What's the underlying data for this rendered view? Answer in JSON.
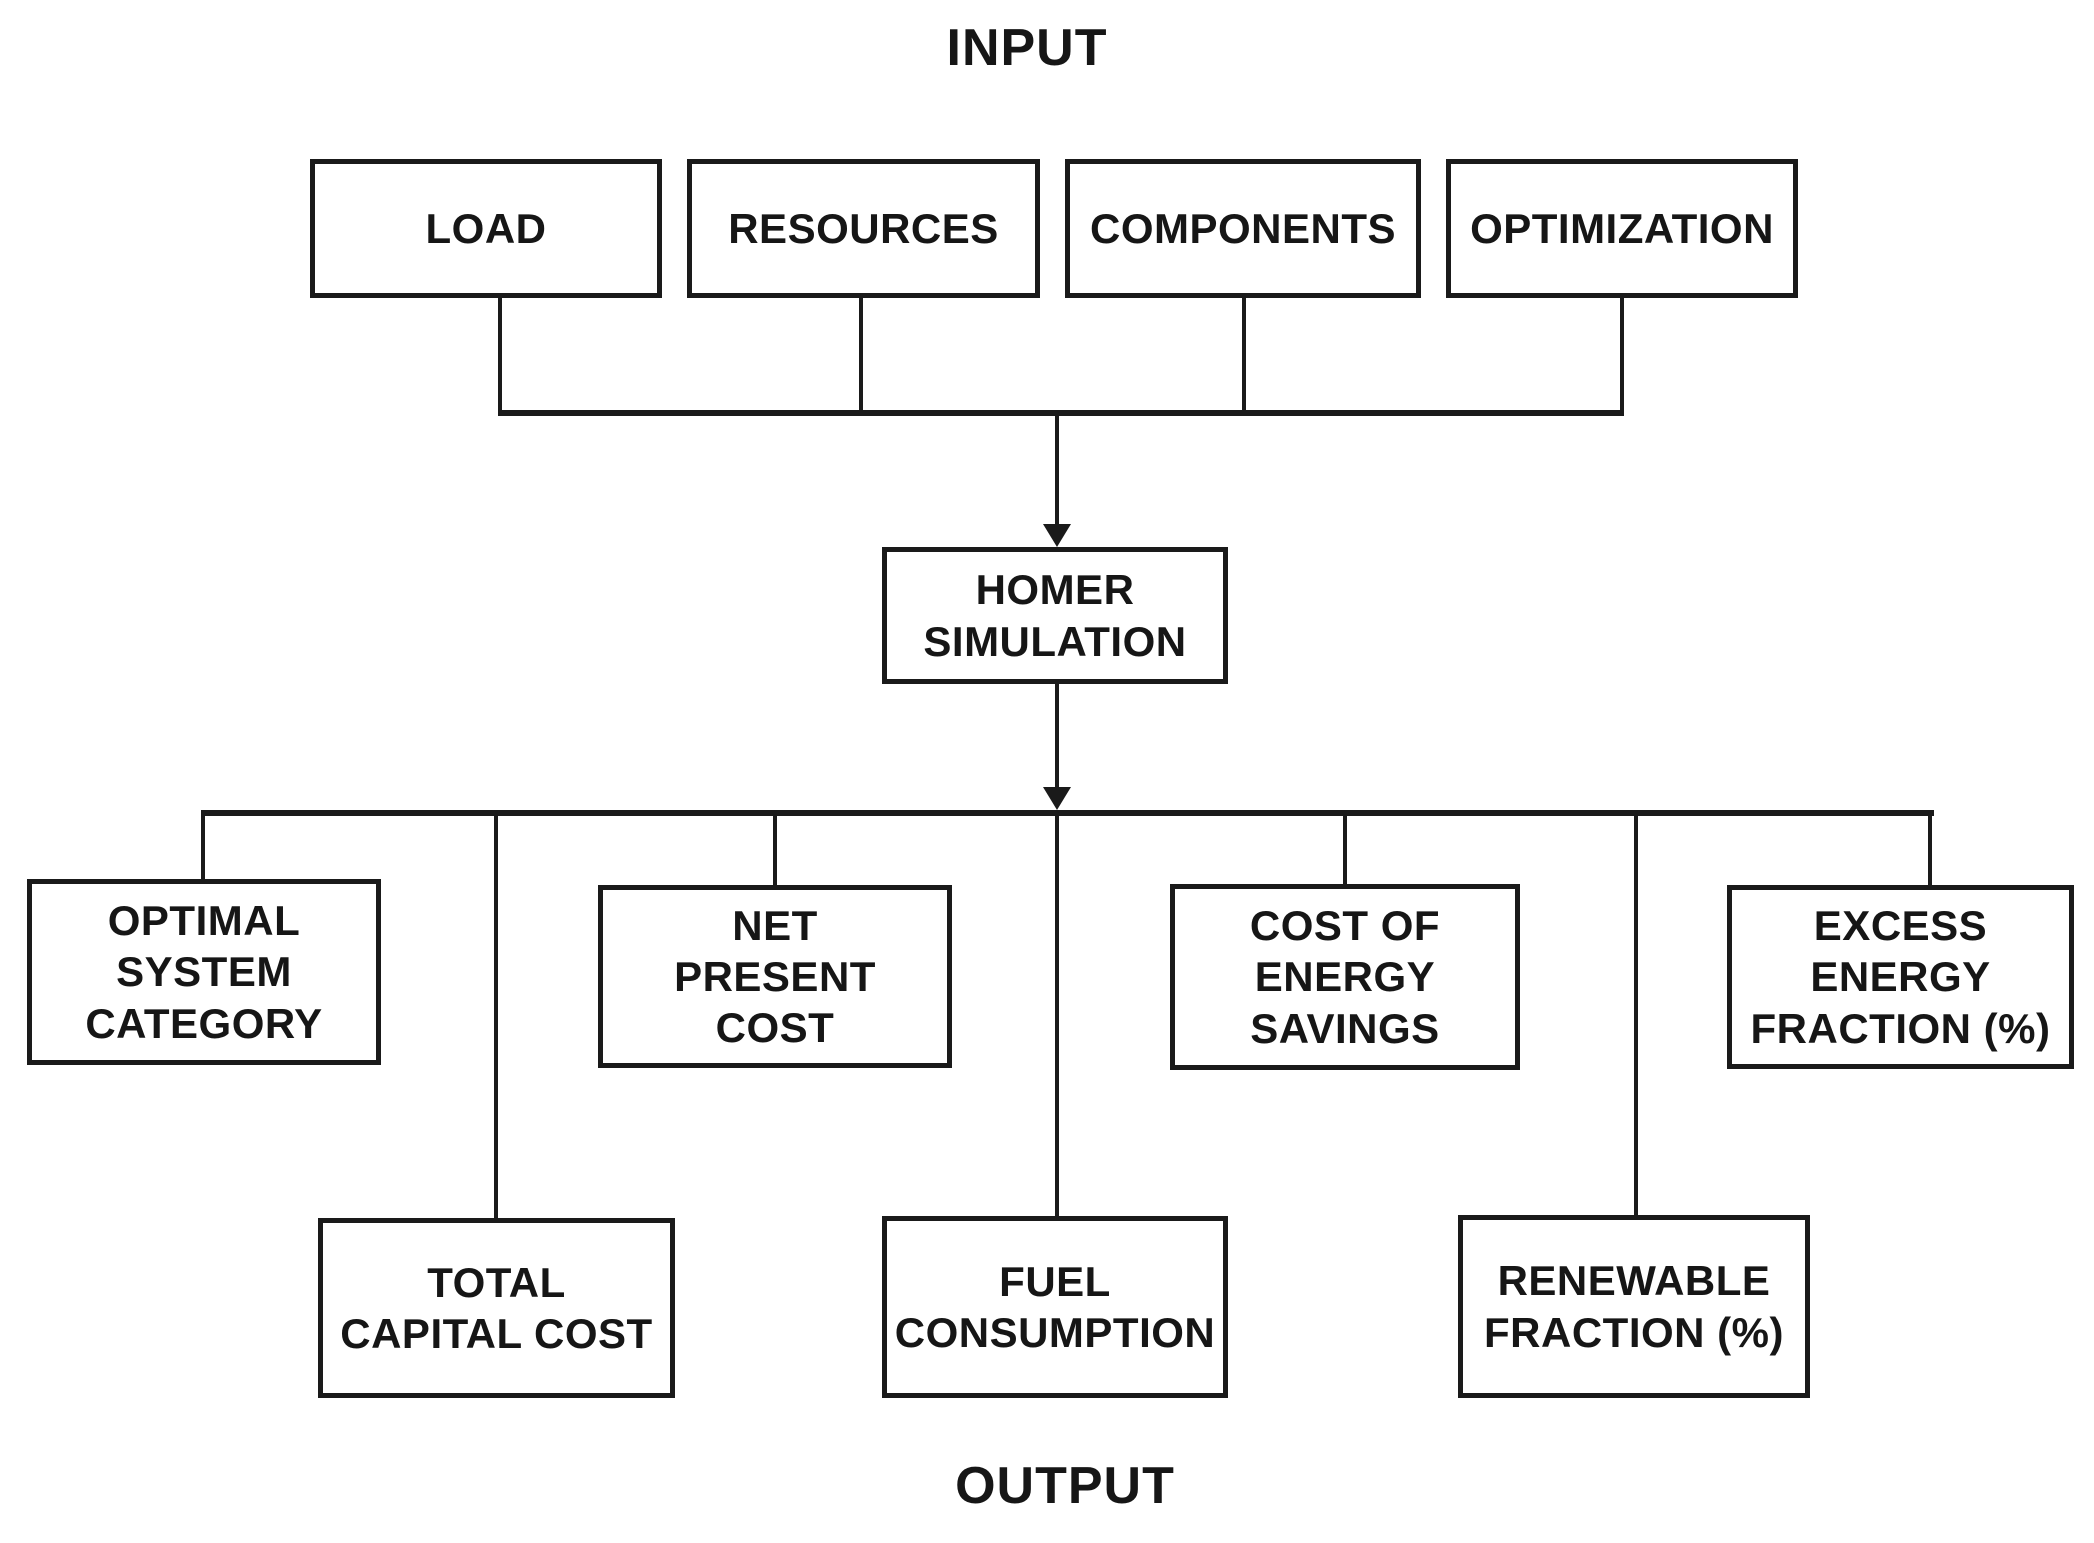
{
  "titles": {
    "input": "INPUT",
    "output": "OUTPUT"
  },
  "nodes": {
    "load": {
      "label": "LOAD"
    },
    "resources": {
      "label": "RESOURCES"
    },
    "components": {
      "label": "COMPONENTS"
    },
    "optimization": {
      "label": "OPTIMIZATION"
    },
    "homer_simulation": {
      "label": "HOMER\nSIMULATION"
    },
    "optimal_system_category": {
      "label": "OPTIMAL\nSYSTEM\nCATEGORY"
    },
    "total_capital_cost": {
      "label": "TOTAL\nCAPITAL COST"
    },
    "net_present_cost": {
      "label": "NET\nPRESENT\nCOST"
    },
    "fuel_consumption": {
      "label": "FUEL\nCONSUMPTION"
    },
    "cost_of_energy_savings": {
      "label": "COST OF\nENERGY\nSAVINGS"
    },
    "renewable_fraction": {
      "label": "RENEWABLE\nFRACTION (%)"
    },
    "excess_energy_fraction": {
      "label": "EXCESS\nENERGY\nFRACTION (%)"
    }
  },
  "edges": [
    {
      "from": "load",
      "to": "homer_simulation"
    },
    {
      "from": "resources",
      "to": "homer_simulation"
    },
    {
      "from": "components",
      "to": "homer_simulation"
    },
    {
      "from": "optimization",
      "to": "homer_simulation"
    },
    {
      "from": "homer_simulation",
      "to": "optimal_system_category"
    },
    {
      "from": "homer_simulation",
      "to": "total_capital_cost"
    },
    {
      "from": "homer_simulation",
      "to": "net_present_cost"
    },
    {
      "from": "homer_simulation",
      "to": "fuel_consumption"
    },
    {
      "from": "homer_simulation",
      "to": "cost_of_energy_savings"
    },
    {
      "from": "homer_simulation",
      "to": "renewable_fraction"
    },
    {
      "from": "homer_simulation",
      "to": "excess_energy_fraction"
    }
  ],
  "colors": {
    "line": "#1a1a1a",
    "text": "#161616",
    "background": "#ffffff"
  }
}
